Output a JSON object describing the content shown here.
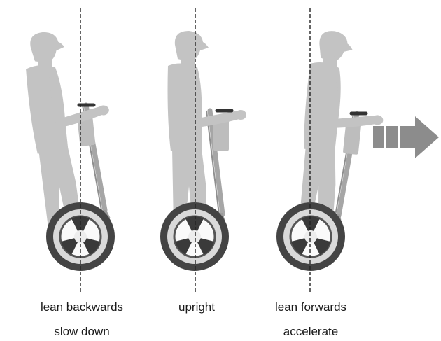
{
  "panels": [
    {
      "id": "back",
      "state_label": "lean backwards",
      "effect_label": "slow down"
    },
    {
      "id": "upright",
      "state_label": "upright",
      "effect_label": ""
    },
    {
      "id": "forward",
      "state_label": "lean forwards",
      "effect_label": "accelerate"
    }
  ],
  "colors": {
    "figure": "#c3c3c3",
    "figure_dark": "#9c9c9c",
    "wheel_tire": "#444444",
    "wheel_hub": "#ededed",
    "handle": "#333333",
    "arrow": "#8c8c8c",
    "arrow_light": "#aaaaaa",
    "guide_line": "#222222"
  },
  "icons": [
    "person-on-segway-icon",
    "motion-arrow-icon"
  ]
}
